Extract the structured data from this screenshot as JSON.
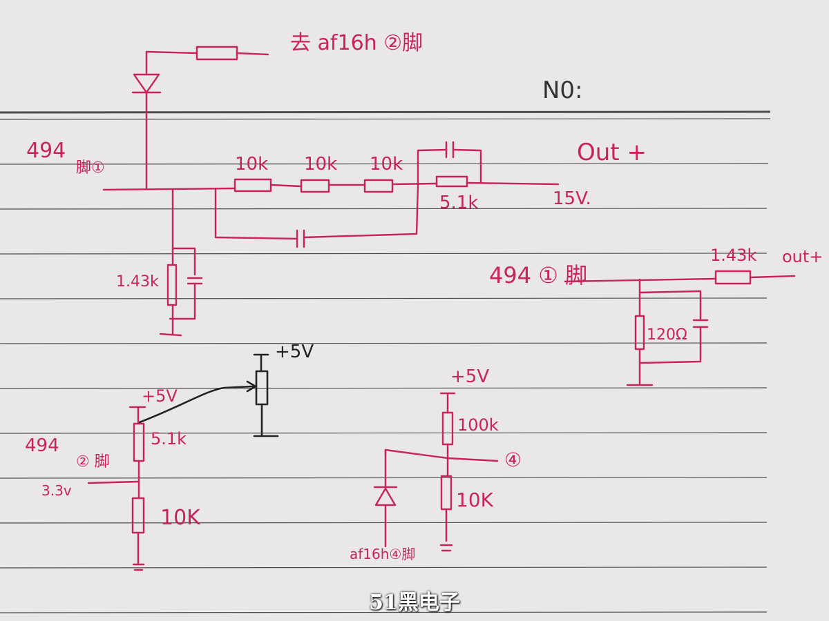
{
  "header": {
    "no_label": "N0:",
    "top_note": "去 af16h ②脚"
  },
  "circuit1": {
    "pin_label": "494",
    "pin_note": "脚①",
    "r1": "10k",
    "r2": "10k",
    "r3": "10k",
    "r_feedback": "5.1k",
    "out_label": "Out +",
    "v_label": "15V.",
    "r_ground": "1.43k"
  },
  "circuit2": {
    "pin_label": "494 ① 脚",
    "r_series": "1.43k",
    "out_label": "out+",
    "r_ground": "120Ω"
  },
  "circuit3": {
    "vcc": "+5V",
    "pin_label": "494",
    "pin_note": "② 脚",
    "v_label": "3.3v",
    "r_top": "5.1k",
    "r_bottom": "10K",
    "pot_vcc": "+5V"
  },
  "circuit4": {
    "vcc": "+5V",
    "r_top": "100k",
    "r_bottom": "10K",
    "pin_out": "④",
    "diode_note": "af16h④脚"
  },
  "watermark": "51黑电子",
  "colors": {
    "ink": "#c8245a",
    "pencil": "#222222",
    "paper": "#e9e8e6"
  }
}
